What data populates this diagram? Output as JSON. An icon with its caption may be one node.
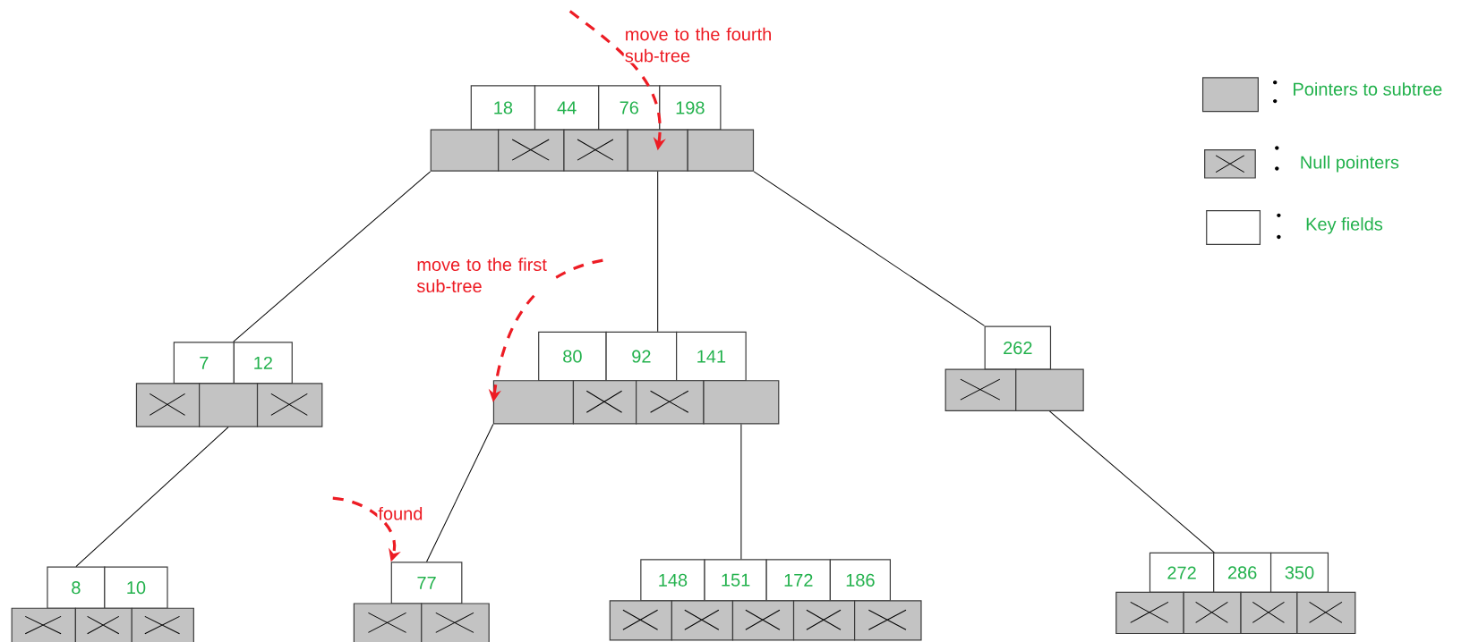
{
  "diagram": {
    "nodes": [
      {
        "text": [
          "18"
        ]
      },
      {
        "text": [
          "44"
        ]
      },
      {
        "text": [
          "76"
        ]
      },
      {
        "text": [
          "198"
        ]
      },
      {
        "text": [],
        "shape": "box"
      },
      {
        "text": [],
        "shape": "cross"
      },
      {
        "text": [],
        "shape": "cross"
      },
      {
        "text": [],
        "shape": "box"
      },
      {
        "text": [],
        "shape": "box"
      },
      {
        "text": [
          "7"
        ]
      },
      {
        "text": [
          "12"
        ]
      },
      {
        "text": [],
        "shape": "cross"
      },
      {
        "text": [],
        "shape": "box"
      },
      {
        "text": [],
        "shape": "cross"
      },
      {
        "text": [
          "80"
        ]
      },
      {
        "text": [
          "92"
        ]
      },
      {
        "text": [
          "141"
        ]
      },
      {
        "text": [],
        "shape": "box"
      },
      {
        "text": [],
        "shape": "cross"
      },
      {
        "text": [],
        "shape": "cross"
      },
      {
        "text": [],
        "shape": "box"
      },
      {
        "text": [
          "262"
        ]
      },
      {
        "text": [],
        "shape": "cross"
      },
      {
        "text": [],
        "shape": "box"
      },
      {
        "text": [
          "8"
        ]
      },
      {
        "text": [
          "10"
        ]
      },
      {
        "text": [],
        "shape": "cross"
      },
      {
        "text": [],
        "shape": "cross"
      },
      {
        "text": [],
        "shape": "cross"
      },
      {
        "text": [
          "77"
        ]
      },
      {
        "text": [],
        "shape": "cross"
      },
      {
        "text": [],
        "shape": "cross"
      },
      {
        "text": [
          "148"
        ]
      },
      {
        "text": [
          "151"
        ]
      },
      {
        "text": [
          "172"
        ]
      },
      {
        "text": [
          "186"
        ]
      },
      {
        "text": [],
        "shape": "cross"
      },
      {
        "text": [],
        "shape": "cross"
      },
      {
        "text": [],
        "shape": "cross"
      },
      {
        "text": [],
        "shape": "cross"
      },
      {
        "text": [],
        "shape": "cross"
      },
      {
        "text": [
          "272"
        ]
      },
      {
        "text": [
          "286"
        ]
      },
      {
        "text": [
          "350"
        ]
      },
      {
        "text": [],
        "shape": "cross"
      },
      {
        "text": [],
        "shape": "cross"
      },
      {
        "text": [],
        "shape": "cross"
      },
      {
        "text": [],
        "shape": "cross"
      }
    ],
    "edges": [
      {
        "from": 4,
        "to": 10,
        "arrow": "none"
      },
      {
        "from": 7,
        "to": 15,
        "arrow": "none"
      },
      {
        "from": 8,
        "to": 21,
        "arrow": "none"
      },
      {
        "from": 12,
        "to": 24,
        "arrow": "none"
      },
      {
        "from": 17,
        "to": 29,
        "arrow": "none"
      },
      {
        "from": 20,
        "to": 33,
        "arrow": "none"
      },
      {
        "from": 23,
        "to": 41,
        "arrow": "none"
      },
      {
        "from": null,
        "to": 7,
        "arrow": "to",
        "label": "move to the fourth sub-tree",
        "style": "dashed",
        "color": "#ed1c24"
      },
      {
        "from": null,
        "to": 17,
        "arrow": "to",
        "label": "move to the first sub-tree",
        "style": "dashed",
        "color": "#ed1c24"
      },
      {
        "from": null,
        "to": 29,
        "arrow": "to",
        "label": "found",
        "style": "dashed",
        "color": "#ed1c24"
      }
    ],
    "legend": [
      {
        "text": "Pointers to subtree",
        "color": "#c3c3c3"
      },
      {
        "text": "Null pointers"
      },
      {
        "text": "Key fields"
      }
    ]
  }
}
